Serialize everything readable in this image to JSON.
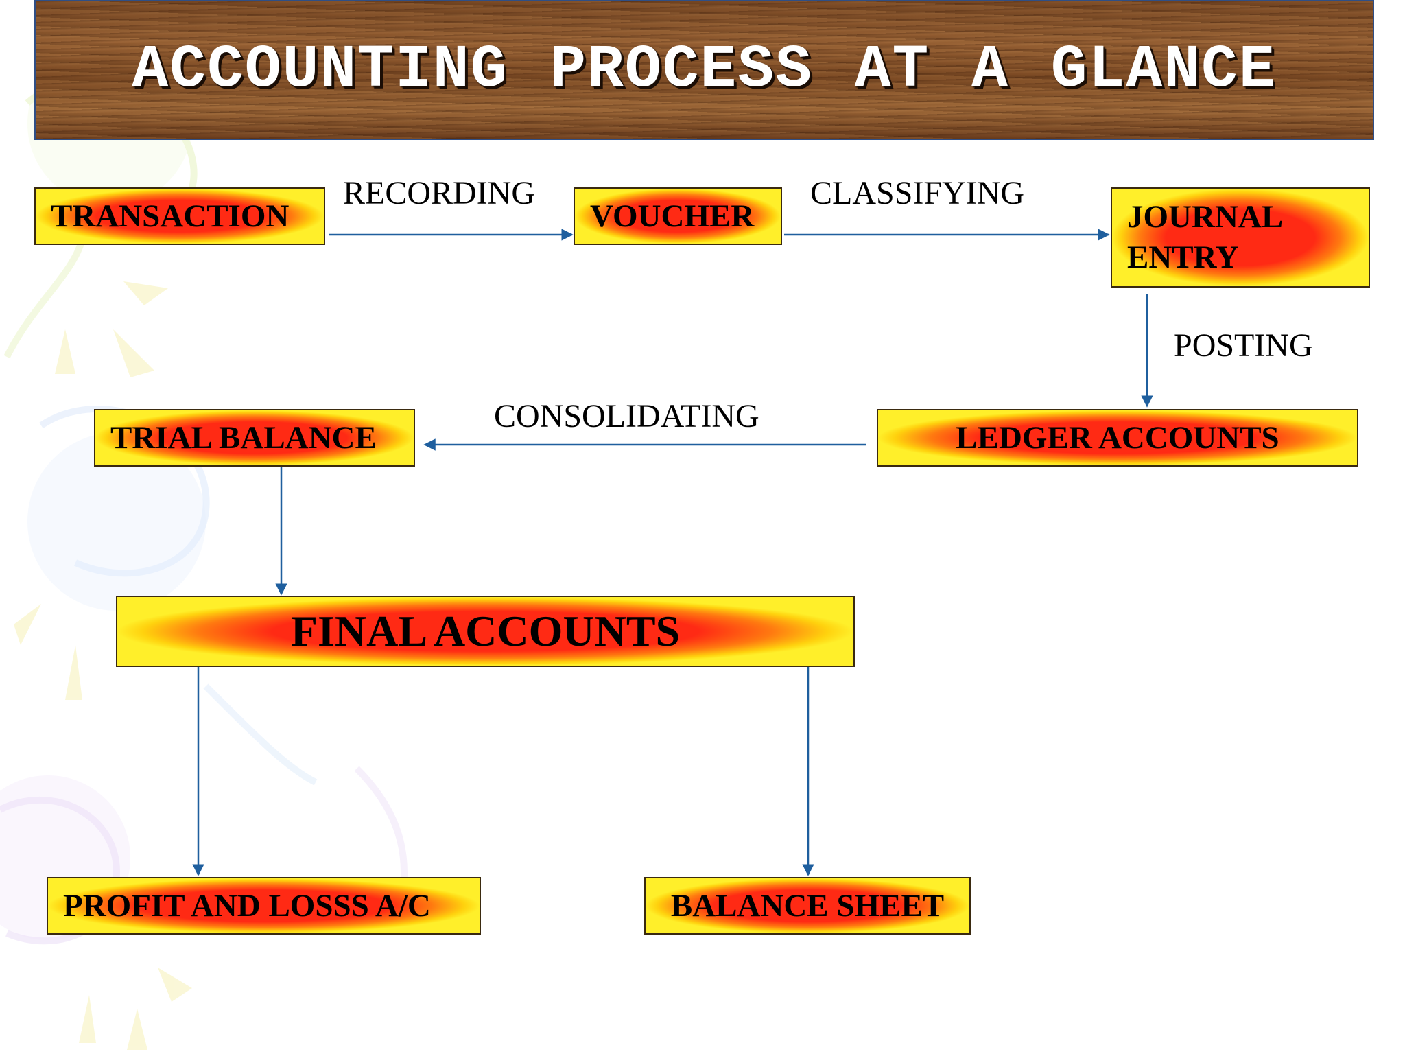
{
  "title": "ACCOUNTING PROCESS AT A GLANCE",
  "nodes": {
    "transaction": "TRANSACTION",
    "voucher": "VOUCHER",
    "journal_entry_line1": "JOURNAL",
    "journal_entry_line2": "ENTRY",
    "ledger_accounts": "LEDGER ACCOUNTS",
    "trial_balance": "TRIAL BALANCE",
    "final_accounts": "FINAL ACCOUNTS",
    "profit_and_loss": "PROFIT AND LOSSS A/C",
    "balance_sheet": "BALANCE SHEET"
  },
  "edge_labels": {
    "recording": "RECORDING",
    "classifying": "CLASSIFYING",
    "posting": "POSTING",
    "consolidating": "CONSOLIDATING"
  },
  "colors": {
    "arrow": "#1f5f9e",
    "box_center": "#ff2a14",
    "box_edge": "#ffef2a",
    "banner_wood": "#8a5530"
  }
}
